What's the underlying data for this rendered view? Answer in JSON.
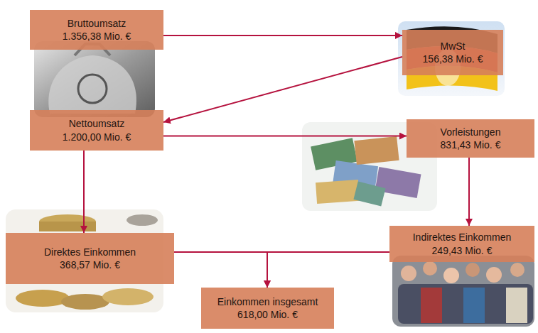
{
  "diagram": {
    "nodes": [
      {
        "text": [
          "Bruttoumsatz",
          "1.356,38 Mio. €"
        ]
      },
      {
        "text": [
          "MwSt",
          "156,38 Mio. €"
        ]
      },
      {
        "text": [
          "Nettoumsatz",
          "1.200,00 Mio. €"
        ]
      },
      {
        "text": [
          "Vorleistungen",
          "831,43 Mio. €"
        ]
      },
      {
        "text": [
          "Direktes Einkommen",
          "368,57 Mio. €"
        ]
      },
      {
        "text": [
          "Indirektes Einkommen",
          "249,43 Mio. €"
        ]
      },
      {
        "text": [
          "Einkommen insgesamt",
          "618,00 Mio. €"
        ]
      }
    ],
    "edges": [
      {
        "from": 0,
        "to": 1,
        "arrow": "to"
      },
      {
        "from": 1,
        "to": 2,
        "arrow": "to"
      },
      {
        "from": 2,
        "to": 3,
        "arrow": "to"
      },
      {
        "from": 2,
        "to": 4,
        "arrow": "to"
      },
      {
        "from": 3,
        "to": 5,
        "arrow": "to"
      },
      {
        "from": 4,
        "to": 6,
        "arrow": "to"
      },
      {
        "from": 5,
        "to": 6,
        "arrow": "to"
      }
    ]
  }
}
